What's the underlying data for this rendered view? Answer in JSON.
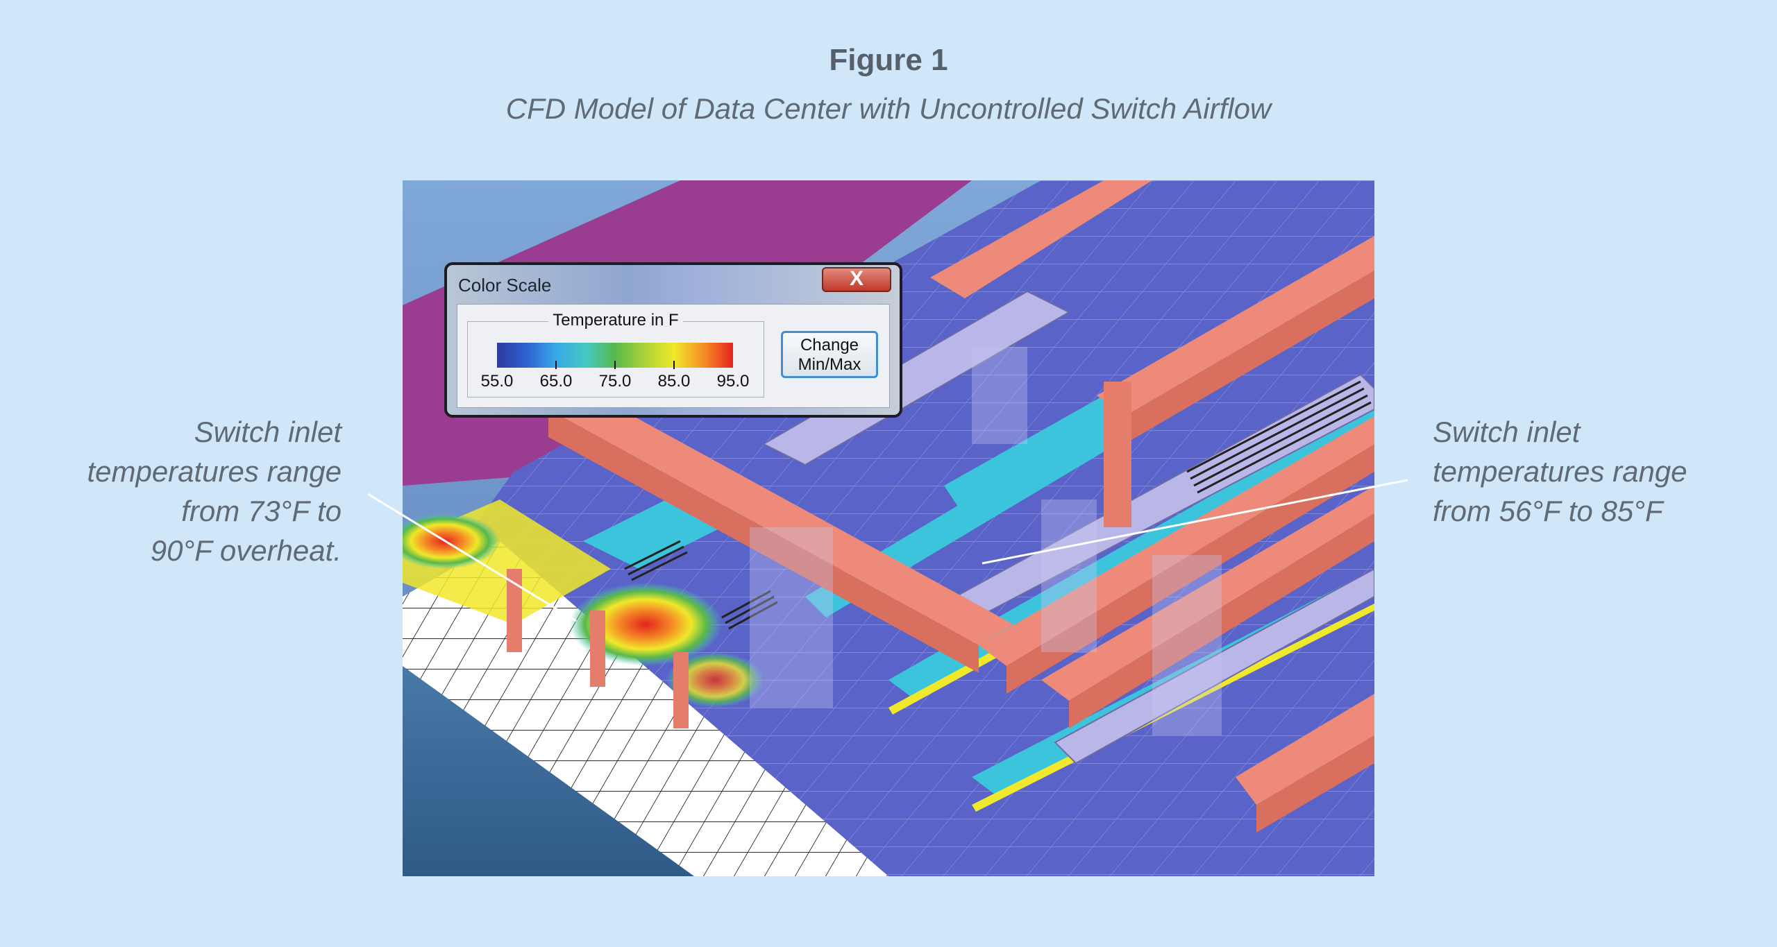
{
  "figure": {
    "title": "Figure 1",
    "subtitle": "CFD Model of Data Center with Uncontrolled Switch Airflow"
  },
  "annotations": {
    "left": [
      "Switch inlet",
      "temperatures range",
      "from 73°F to",
      "90°F overheat."
    ],
    "right": [
      "Switch inlet",
      "temperatures range",
      "from 56°F to 85°F"
    ]
  },
  "dialog": {
    "title": "Color Scale",
    "close_label": "X",
    "legend": "Temperature in F",
    "scale_labels": [
      "55.0",
      "65.0",
      "75.0",
      "85.0",
      "95.0"
    ],
    "change_button": [
      "Change",
      "Min/Max"
    ]
  },
  "colors": {
    "background": "#cfe7f8",
    "rack": "#ee8a79",
    "floor_tile": "#5a63c8",
    "cold_aisle": "#3cc4dc",
    "hot_spot": "#e3241d"
  }
}
